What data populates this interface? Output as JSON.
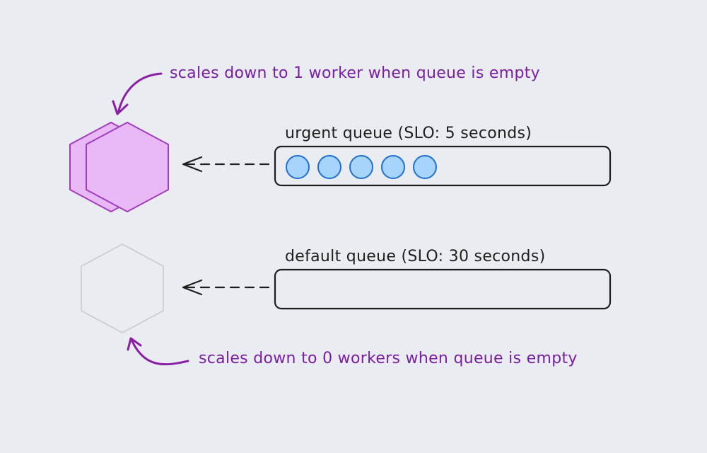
{
  "annotations": {
    "top": "scales down to 1 worker when queue is empty",
    "bottom": "scales down to 0 workers when queue is empty"
  },
  "queues": [
    {
      "label": "urgent queue (SLO: 5 seconds)",
      "message_count": 5,
      "active_workers": 2
    },
    {
      "label": "default queue (SLO: 30 seconds)",
      "message_count": 0,
      "active_workers": 0
    }
  ],
  "colors": {
    "background": "#e9ecf0",
    "worker_fill": "#e9b8f7",
    "worker_stroke": "#a23bc1",
    "inactive_worker_stroke": "#c9cbd0",
    "message_fill": "#a6d4fb",
    "message_stroke": "#1f6fd1",
    "arrow_purple": "#8a1fa6",
    "ink": "#1e1e1e"
  }
}
